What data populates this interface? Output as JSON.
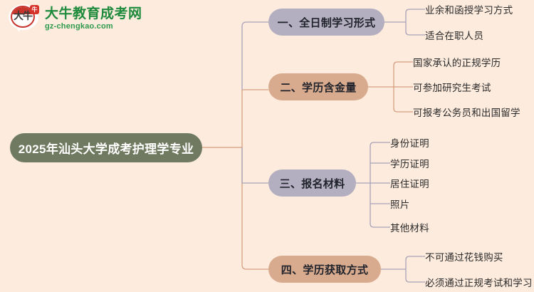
{
  "logo": {
    "mark_text": "大牛",
    "badge_text": "牛",
    "brand_name": "大牛教育成考网",
    "site_url": "gz-chengkao.com",
    "brand_color": "#1e8a3c",
    "mark_color": "#c8342b"
  },
  "mindmap": {
    "root": {
      "label": "2025年汕头大学成考护理学专业",
      "fill": "#707a60",
      "text_color": "#ffffff"
    },
    "branches": [
      {
        "label": "一、全日制学习形式",
        "fill": "#b3afc0",
        "connector_color": "#a9a3b8",
        "children": [
          "业余和函授学习方式",
          "适合在职人员"
        ]
      },
      {
        "label": "二、学历含金量",
        "fill": "#d9ab8e",
        "connector_color": "#d79f81",
        "children": [
          "国家承认的正规学历",
          "可参加研究生考试",
          "可报考公务员和出国留学"
        ]
      },
      {
        "label": "三、报名材料",
        "fill": "#b3afc0",
        "connector_color": "#a9a3b8",
        "children": [
          "身份证明",
          "学历证明",
          "居住证明",
          "照片",
          "其他材料"
        ]
      },
      {
        "label": "四、学历获取方式",
        "fill": "#d9ab8e",
        "connector_color": "#d79f81",
        "children": [
          "不可通过花钱购买",
          "必须通过正规考试和学习"
        ]
      }
    ],
    "background_color": "#fdebdd"
  }
}
